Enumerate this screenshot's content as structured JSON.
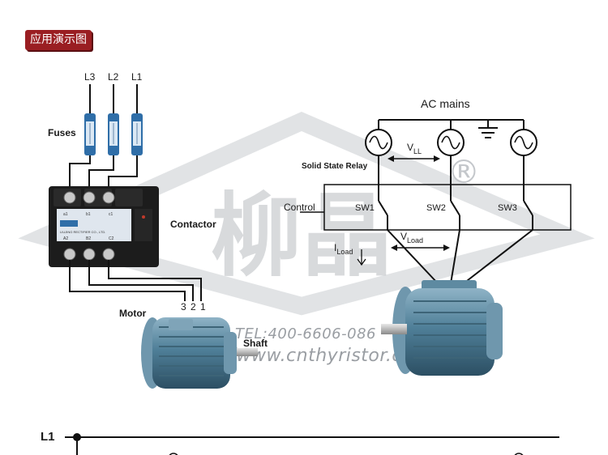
{
  "header": {
    "badge": "应用演示图"
  },
  "left": {
    "lines": [
      "L3",
      "L2",
      "L1"
    ],
    "fuses_label": "Fuses",
    "contactor_label": "Contactor",
    "motor_label": "Motor",
    "shaft_label": "Shaft",
    "terminals": [
      "3",
      "2",
      "1"
    ],
    "ssr_top_marks": [
      "a1",
      "b1",
      "c1"
    ],
    "ssr_bottom_marks": [
      "A2",
      "B2",
      "C2"
    ],
    "ssr_brand": "LIUJING RECTIFIER CO., LTD."
  },
  "right": {
    "title": "AC mains",
    "relay_label": "Solid State Relay",
    "control_label": "Control",
    "v_ll": {
      "main": "V",
      "sub": "LL"
    },
    "v_load": {
      "main": "V",
      "sub": "Load"
    },
    "i_load": {
      "main": "I",
      "sub": "Load"
    },
    "switches": [
      "SW1",
      "SW2",
      "SW3"
    ],
    "registered_mark": "®"
  },
  "watermark": {
    "logo_text": "柳晶",
    "tel": "TEL:400-6606-086",
    "url": "Http://www.cnthyristor.cn"
  },
  "bottom": {
    "line_label": "L1"
  },
  "colors": {
    "badge_bg": "#9a1e22",
    "motor_body": "#4f7f98",
    "fuse_blue": "#2f6ea8",
    "ssr_body": "#1c1c1c",
    "watermark": "#b9bcc0"
  }
}
